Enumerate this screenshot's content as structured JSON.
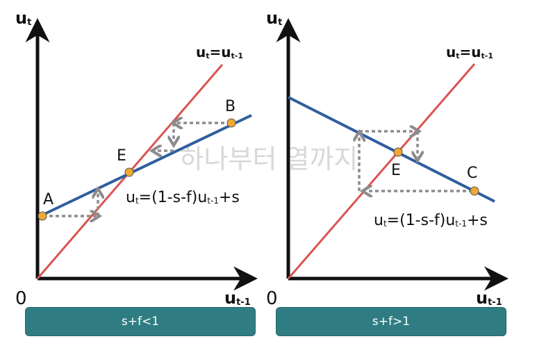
{
  "watermark": "하나부터 열까지",
  "left_panel": {
    "y_axis": "u",
    "y_axis_sub": "t",
    "x_axis": "u",
    "x_axis_sub": "t-1",
    "origin": "0",
    "diag_label": "u",
    "diag_label_sub1": "t",
    "diag_label_eq": "=u",
    "diag_label_sub2": "t-1",
    "func_label_u": "u",
    "func_label_sub1": "t",
    "func_label_mid": "=(1-s-f)u",
    "func_label_sub2": "t-1",
    "func_label_end": "+s",
    "points": {
      "a": "A",
      "b": "B",
      "e": "E"
    },
    "caption": "s+f<1"
  },
  "right_panel": {
    "y_axis": "u",
    "y_axis_sub": "t",
    "x_axis": "u",
    "x_axis_sub": "t-1",
    "origin": "0",
    "diag_label": "u",
    "diag_label_sub1": "t",
    "diag_label_eq": "=u",
    "diag_label_sub2": "t-1",
    "func_label_u": "u",
    "func_label_sub1": "t",
    "func_label_mid": "=(1-s-f)u",
    "func_label_sub2": "t-1",
    "func_label_end": "+s",
    "points": {
      "c": "C",
      "e": "E"
    },
    "caption": "s+f>1"
  },
  "colors": {
    "diagonal": "#d9534f",
    "function": "#2f5e9e",
    "point": "#f0a830",
    "path": "#8c8c8c",
    "caption_bg": "#2f7d82"
  }
}
